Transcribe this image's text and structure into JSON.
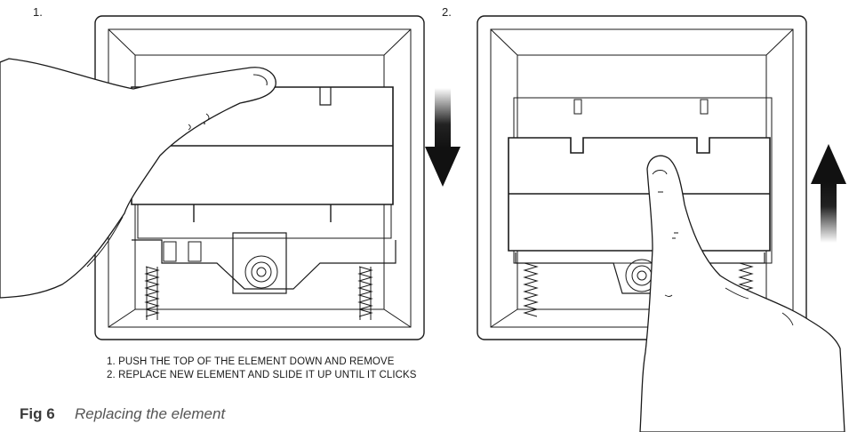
{
  "panels": [
    {
      "number": "1.",
      "arrow": "down"
    },
    {
      "number": "2.",
      "arrow": "up"
    }
  ],
  "instructions": [
    "1. PUSH THE TOP OF THE ELEMENT DOWN AND REMOVE",
    "2. REPLACE NEW ELEMENT AND SLIDE IT UP  UNTIL IT CLICKS"
  ],
  "caption": {
    "label": "Fig 6",
    "text": "Replacing the element"
  }
}
